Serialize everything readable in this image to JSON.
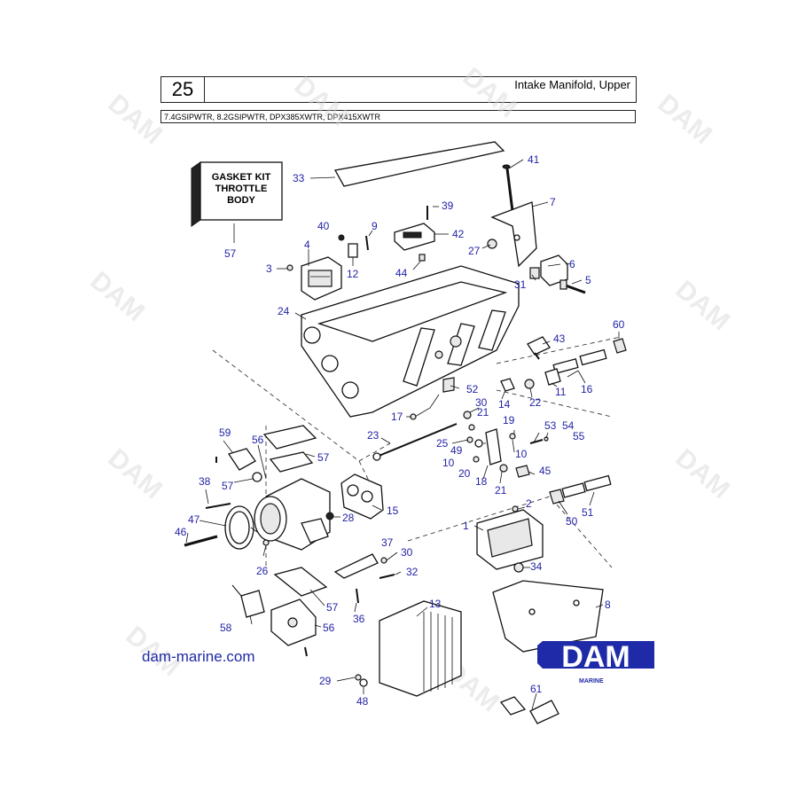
{
  "header": {
    "diagram_number": "25",
    "title": "Intake Manifold, Upper",
    "models": "7.4GSIPWTR, 8.2GSIPWTR, DPX385XWTR, DPX415XWTR"
  },
  "gasket_kit_box": [
    "GASKET KIT",
    "THROTTLE",
    "BODY"
  ],
  "website": "dam-marine.com",
  "brand": {
    "logo_text": "DAM",
    "sub_text": "MARINE",
    "color": "#1f2aa8"
  },
  "watermark_text": "DAM",
  "callouts": {
    "c1": "1",
    "c2": "2",
    "c3": "3",
    "c4": "4",
    "c5": "5",
    "c6": "6",
    "c7": "7",
    "c8": "8",
    "c9": "9",
    "c10a": "10",
    "c10b": "10",
    "c11": "11",
    "c12": "12",
    "c13": "13",
    "c14": "14",
    "c15": "15",
    "c16": "16",
    "c17": "17",
    "c18": "18",
    "c19": "19",
    "c20": "20",
    "c21a": "21",
    "c21b": "21",
    "c22": "22",
    "c23": "23",
    "c24": "24",
    "c25": "25",
    "c26": "26",
    "c27": "27",
    "c28": "28",
    "c29": "29",
    "c30a": "30",
    "c30b": "30",
    "c31": "31",
    "c32": "32",
    "c33": "33",
    "c34": "34",
    "c36": "36",
    "c37": "37",
    "c38": "38",
    "c39": "39",
    "c40": "40",
    "c41": "41",
    "c42": "42",
    "c43": "43",
    "c44": "44",
    "c45": "45",
    "c46": "46",
    "c47": "47",
    "c48": "48",
    "c49": "49",
    "c50": "50",
    "c51": "51",
    "c52": "52",
    "c53": "53",
    "c54": "54",
    "c55": "55",
    "c56a": "56",
    "c56b": "56",
    "c57a": "57",
    "c57b": "57",
    "c57c": "57",
    "c57d": "57",
    "c58": "58",
    "c59": "59",
    "c60": "60",
    "c61": "61"
  }
}
